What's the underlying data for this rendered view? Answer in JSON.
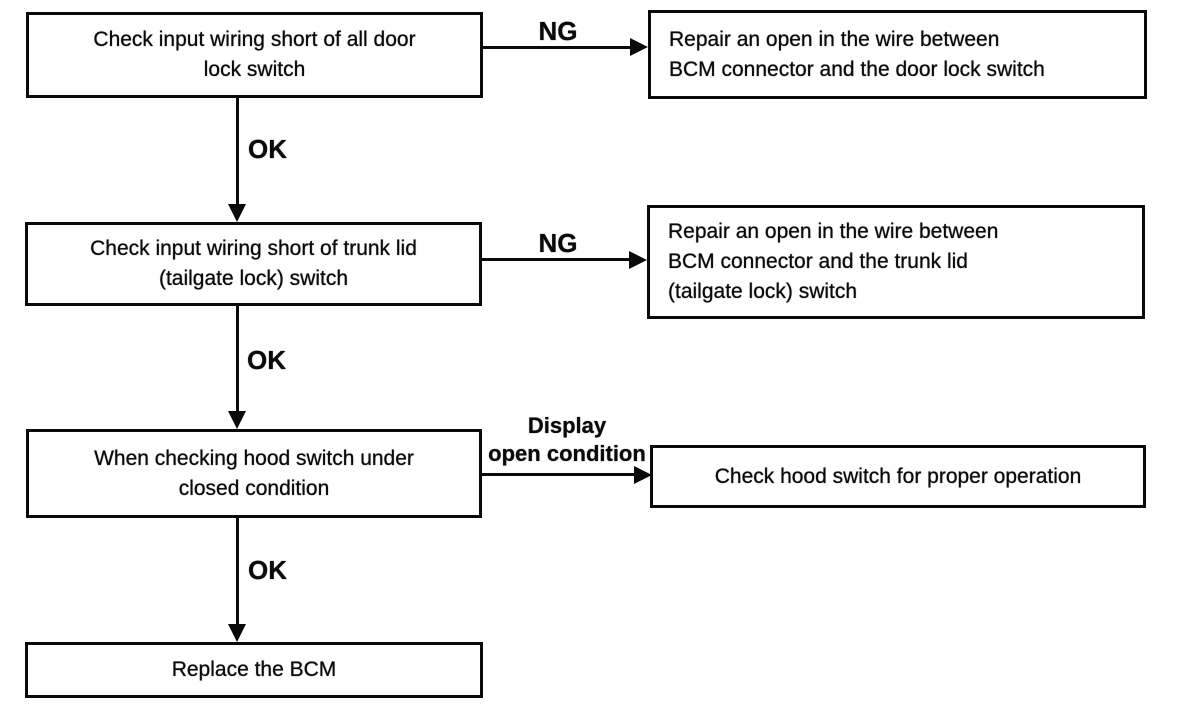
{
  "flowchart": {
    "boxes": {
      "step1": {
        "text": "Check input wiring short of all door\nlock switch"
      },
      "repair1": {
        "text": "Repair an open in the wire between\nBCM connector and the door lock switch"
      },
      "step2": {
        "text": "Check input wiring short of trunk lid\n(tailgate lock) switch"
      },
      "repair2": {
        "text": "Repair an open in the wire between\nBCM connector and the trunk lid\n(tailgate lock) switch"
      },
      "step3": {
        "text": "When checking hood switch under\nclosed condition"
      },
      "action3": {
        "text": "Check hood switch for proper operation"
      },
      "final": {
        "text": "Replace the BCM"
      }
    },
    "edge_labels": {
      "ng1": "NG",
      "ng2": "NG",
      "ok1": "OK",
      "ok2": "OK",
      "ok3": "OK",
      "display_condition": "Display\nopen condition"
    },
    "colors": {
      "ink": "#0a0a0a",
      "background": "#ffffff"
    }
  }
}
